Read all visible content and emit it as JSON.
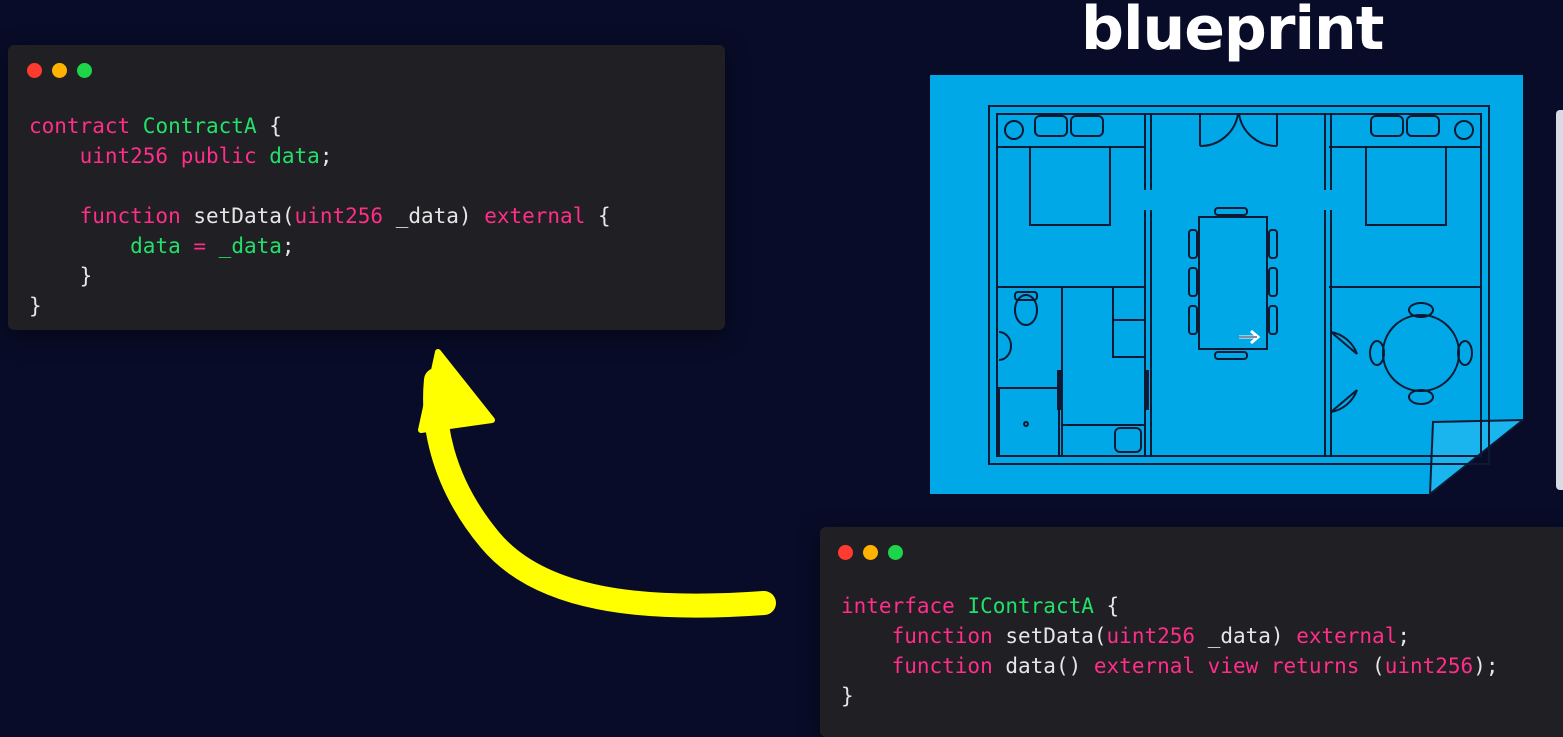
{
  "title": "blueprint",
  "colors": {
    "background": "#080c28",
    "window": "#1f1f24",
    "keyword": "#ff2e88",
    "identifier": "#22e06a",
    "plain": "#e6e6e6",
    "blueprint_paper": "#00a8e8",
    "blueprint_line": "#0c1a33",
    "arrow": "#ffff00",
    "dot_red": "#ff3b30",
    "dot_yellow": "#ffb300",
    "dot_green": "#1ed44a"
  },
  "window_a": {
    "dots": [
      "red",
      "yellow",
      "green"
    ],
    "lines": [
      [
        [
          "contract ",
          "kw"
        ],
        [
          "ContractA",
          "id"
        ],
        [
          " {",
          "pl"
        ]
      ],
      [
        [
          "    ",
          "pl"
        ],
        [
          "uint256 public ",
          "kw"
        ],
        [
          "data",
          "id"
        ],
        [
          ";",
          "pl"
        ]
      ],
      [
        [
          "",
          "pl"
        ]
      ],
      [
        [
          "    ",
          "pl"
        ],
        [
          "function ",
          "kw"
        ],
        [
          "setData(",
          "pl"
        ],
        [
          "uint256",
          "kw"
        ],
        [
          " _data) ",
          "pl"
        ],
        [
          "external",
          "kw"
        ],
        [
          " {",
          "pl"
        ]
      ],
      [
        [
          "        ",
          "pl"
        ],
        [
          "data",
          "id"
        ],
        [
          " = ",
          "kw"
        ],
        [
          "_data",
          "id"
        ],
        [
          ";",
          "pl"
        ]
      ],
      [
        [
          "    }",
          "pl"
        ]
      ],
      [
        [
          "}",
          "pl"
        ]
      ]
    ]
  },
  "window_b": {
    "dots": [
      "red",
      "yellow",
      "green"
    ],
    "lines": [
      [
        [
          "interface ",
          "kw"
        ],
        [
          "IContractA",
          "id"
        ],
        [
          " {",
          "pl"
        ]
      ],
      [
        [
          "    ",
          "pl"
        ],
        [
          "function ",
          "kw"
        ],
        [
          "setData(",
          "pl"
        ],
        [
          "uint256",
          "kw"
        ],
        [
          " _data) ",
          "pl"
        ],
        [
          "external",
          "kw"
        ],
        [
          ";",
          "pl"
        ]
      ],
      [
        [
          "    ",
          "pl"
        ],
        [
          "function ",
          "kw"
        ],
        [
          "data() ",
          "pl"
        ],
        [
          "external view returns ",
          "kw"
        ],
        [
          "(",
          "pl"
        ],
        [
          "uint256",
          "kw"
        ],
        [
          ");",
          "pl"
        ]
      ],
      [
        [
          "}",
          "pl"
        ]
      ]
    ]
  },
  "blueprint": {
    "cursor_icon": "pointer-arrow-icon"
  }
}
